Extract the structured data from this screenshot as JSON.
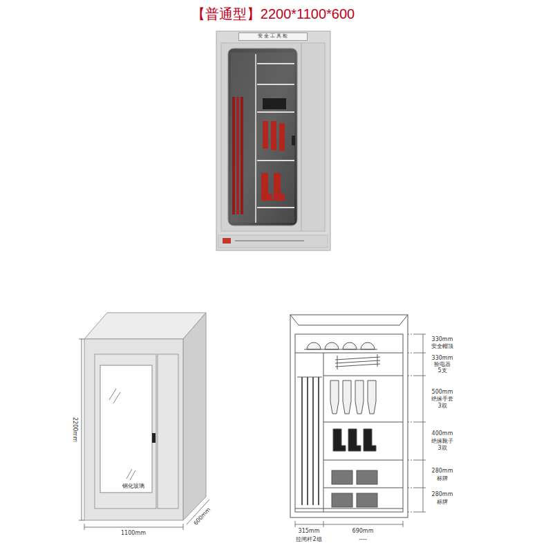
{
  "diagram": {
    "title": "【普通型】2200*1100*600",
    "nodes": [
      {
        "text": [
          "安全工具柜"
        ]
      }
    ],
    "labels": [
      "2200mm",
      "600mm",
      "1100mm",
      "钢化玻璃",
      "330mm",
      "安全帽顶",
      "330mm",
      "验电器",
      "5支",
      "500mm",
      "绝缘手套",
      "3双",
      "400mm",
      "绝缘靴子",
      "3双",
      "280mm",
      "标牌",
      "280mm",
      "标牌",
      "315mm",
      "拉闸杆2组",
      "690mm",
      "----"
    ]
  }
}
